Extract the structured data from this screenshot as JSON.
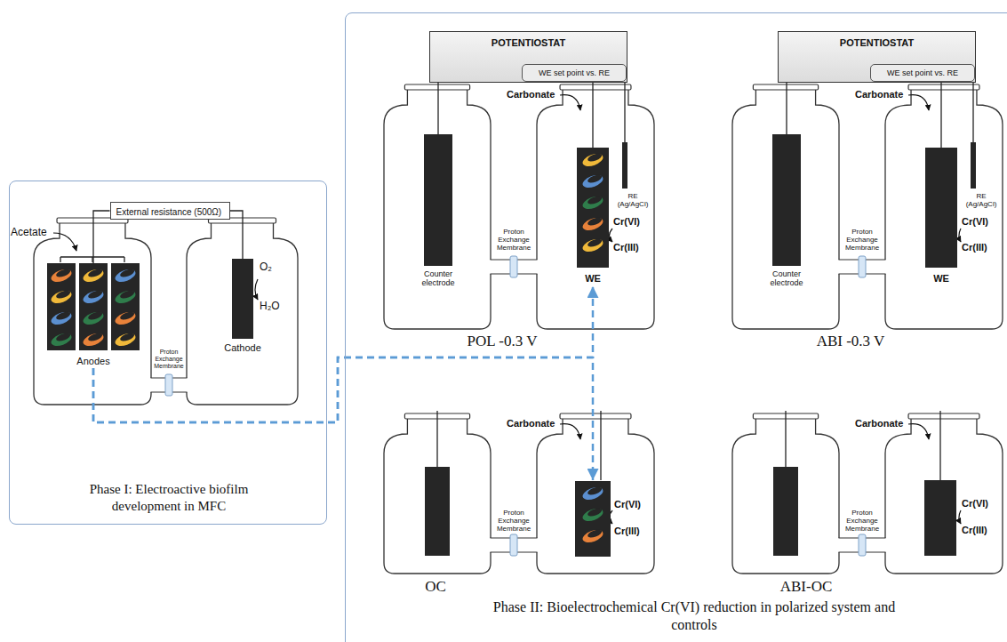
{
  "diagram": {
    "nodes": [
      {
        "text": [
          "Phase I: Electroactive biofilm development in MFC"
        ]
      },
      {
        "text": [
          "External resistance (500Ω)"
        ],
        "in": 0
      },
      {
        "text": [
          "Anodes"
        ],
        "in": 0
      },
      {
        "text": [
          "Cathode"
        ],
        "in": 0
      },
      {
        "text": [
          "Phase II: Bioelectrochemical Cr(VI) reduction in polarized system and controls"
        ]
      },
      {
        "text": [
          "POTENTIOSTAT"
        ],
        "in": 4
      },
      {
        "text": [
          "WE set point vs. RE"
        ],
        "in": 5
      },
      {
        "text": [
          "Counter electrode"
        ],
        "in": 4
      },
      {
        "text": [
          "WE"
        ],
        "in": 4
      },
      {
        "text": [
          "POTENTIOSTAT"
        ],
        "in": 4
      },
      {
        "text": [
          "WE set point vs. RE"
        ],
        "in": 9
      },
      {
        "text": [
          "Counter electrode"
        ],
        "in": 4
      },
      {
        "text": [
          "WE"
        ],
        "in": 4
      },
      {
        "text": [
          "Cr(VI)",
          "Cr(III)"
        ],
        "in": 4
      }
    ],
    "edges": [
      {
        "from": 1,
        "to": 2,
        "arrow": "none"
      },
      {
        "from": 1,
        "to": 3,
        "arrow": "none"
      },
      {
        "from": 5,
        "to": 7,
        "arrow": "none"
      },
      {
        "from": 6,
        "to": 8,
        "arrow": "none"
      },
      {
        "from": 9,
        "to": 11,
        "arrow": "none"
      },
      {
        "from": 10,
        "to": 12,
        "arrow": "none"
      },
      {
        "from": 2,
        "to": 8,
        "arrow": "to"
      },
      {
        "from": 2,
        "to": 13,
        "arrow": "to"
      }
    ],
    "labels": [
      "Acetate",
      "Proton Exchange Membrane",
      "O₂",
      "H₂O",
      "Carbonate",
      "RE (Ag/AgCl)",
      "Proton Exchange Membrane",
      "Cr(VI)",
      "Cr(III)",
      "POL -0.3 V",
      "Carbonate",
      "RE (Ag/AgCl)",
      "Proton Exchange Membrane",
      "Cr(VI)",
      "Cr(III)",
      "ABI -0.3 V",
      "Carbonate",
      "Proton Exchange Membrane",
      "OC",
      "Carbonate",
      "Proton Exchange Membrane",
      "Cr(VI)",
      "Cr(III)",
      "ABI-OC"
    ]
  }
}
